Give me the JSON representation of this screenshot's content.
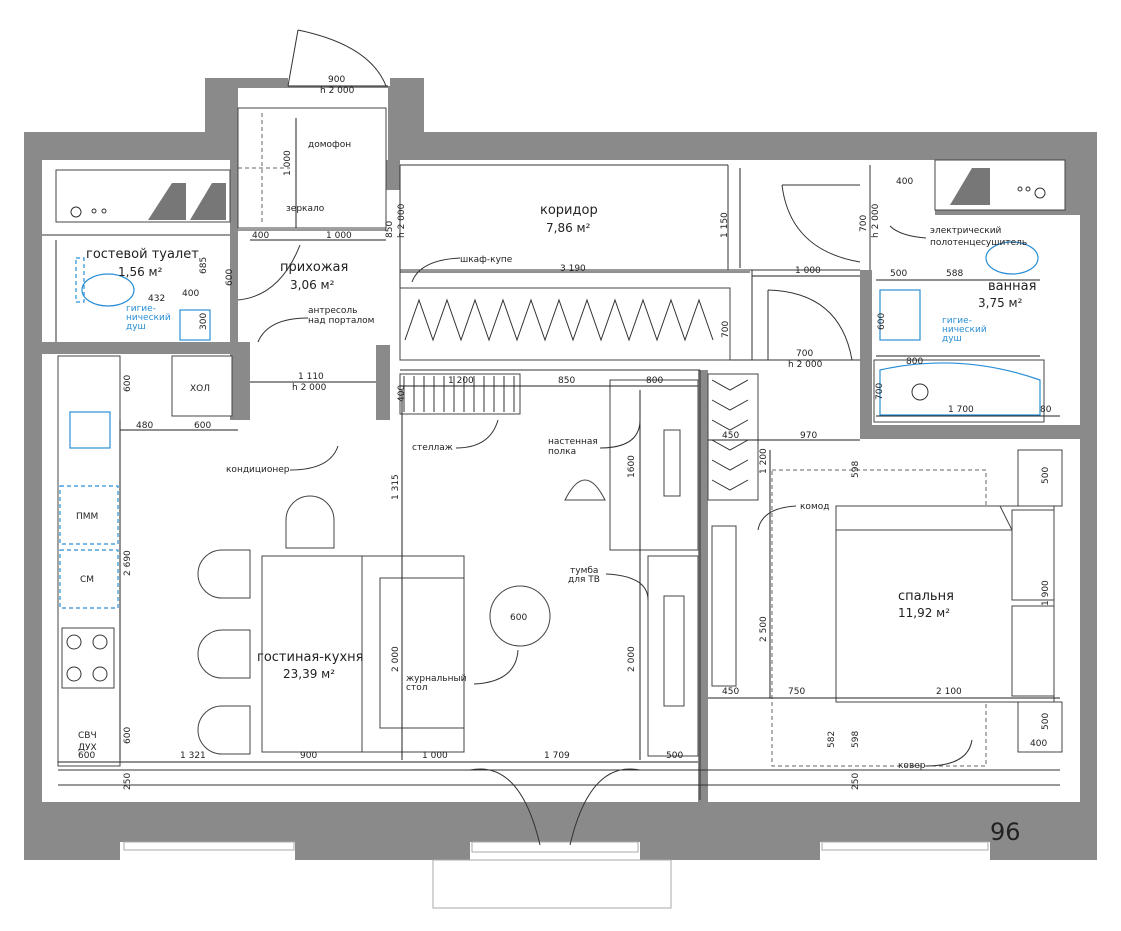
{
  "rooms": {
    "guest_wc": {
      "name": "гостевой туалет",
      "area": "1,56 м²"
    },
    "hall": {
      "name": "прихожая",
      "area": "3,06 м²"
    },
    "corridor": {
      "name": "коридор",
      "area": "7,86 м²"
    },
    "bath": {
      "name": "ванная",
      "area": "3,75 м²"
    },
    "living": {
      "name": "гостиная-кухня",
      "area": "23,39 м²"
    },
    "bedroom": {
      "name": "спальня",
      "area": "11,92 м²"
    }
  },
  "labels": {
    "intercom": "домофон",
    "mirror": "зеркало",
    "wardrobe": "шкаф-купе",
    "mezzanine_1": "антресоль",
    "mezzanine_2": "над порталом",
    "rack": "стеллаж",
    "wall_shelf_1": "настенная",
    "wall_shelf_2": "полка",
    "ac": "кондиционер",
    "fridge": "ХОЛ",
    "dishwasher": "ПММ",
    "washer": "СМ",
    "microwave_1": "СВЧ",
    "microwave_2": "ДУХ",
    "tv_stand_1": "тумба",
    "tv_stand_2": "для ТВ",
    "coffee_table_1": "журнальный",
    "coffee_table_2": "стол",
    "dresser": "комод",
    "rug": "ковер",
    "towel_dryer_1": "электрический",
    "towel_dryer_2": "полотенцесушитель",
    "hyg_shower_wc_1": "гигие-",
    "hyg_shower_wc_2": "нический",
    "hyg_shower_wc_3": "душ",
    "hyg_shower_bath_1": "гигие-",
    "hyg_shower_bath_2": "нический",
    "hyg_shower_bath_3": "душ",
    "watermark": "96"
  },
  "dimensions": {
    "entry_door_w": "900",
    "entry_door_h": "h 2 000",
    "hall_1000": "1 000",
    "hall_400": "400",
    "hall_1000b": "1 000",
    "wc_685": "685",
    "wc_600": "600",
    "wc_400": "400",
    "wc_432": "432",
    "wc_300": "300",
    "hall_door_850": "850",
    "hall_door_h": "h 2 000",
    "corr_1150": "1 150",
    "corr_3190": "3 190",
    "corr_1000": "1 000",
    "wardrobe_700": "700",
    "bath_door_700": "700",
    "bath_door_h": "h 2 000",
    "bath_400": "400",
    "bath_500": "500",
    "bath_588": "588",
    "bath_600": "600",
    "bath_800": "800",
    "bath_1700": "1 700",
    "bath_80": "80",
    "bath_700v": "700",
    "bed_door_700": "700",
    "bed_door_h": "h 2 000",
    "portal_1110": "1 110",
    "portal_h": "h 2 000",
    "kitchen_600a": "600",
    "kitchen_480": "480",
    "kitchen_600b": "600",
    "liv_1200": "1 200",
    "liv_850": "850",
    "liv_800": "800",
    "liv_400": "400",
    "liv_1600": "1600",
    "liv_1315": "1 315",
    "liv_2690": "2 690",
    "liv_2000a": "2 000",
    "liv_2000b": "2 000",
    "coffee_600": "600",
    "kitchen_600c": "600",
    "liv_600bot": "600",
    "liv_1321": "1 321",
    "liv_900": "900",
    "liv_1000": "1 000",
    "liv_1709": "1 709",
    "liv_500": "500",
    "liv_250": "250",
    "bed_450a": "450",
    "bed_970": "970",
    "bed_598a": "598",
    "bed_1200": "1 200",
    "bed_500a": "500",
    "bed_1900": "1 900",
    "bed_2500": "2 500",
    "bed_450b": "450",
    "bed_750": "750",
    "bed_2100": "2 100",
    "bed_500b": "500",
    "bed_582": "582",
    "bed_598b": "598",
    "bed_400": "400",
    "bed_250": "250"
  }
}
